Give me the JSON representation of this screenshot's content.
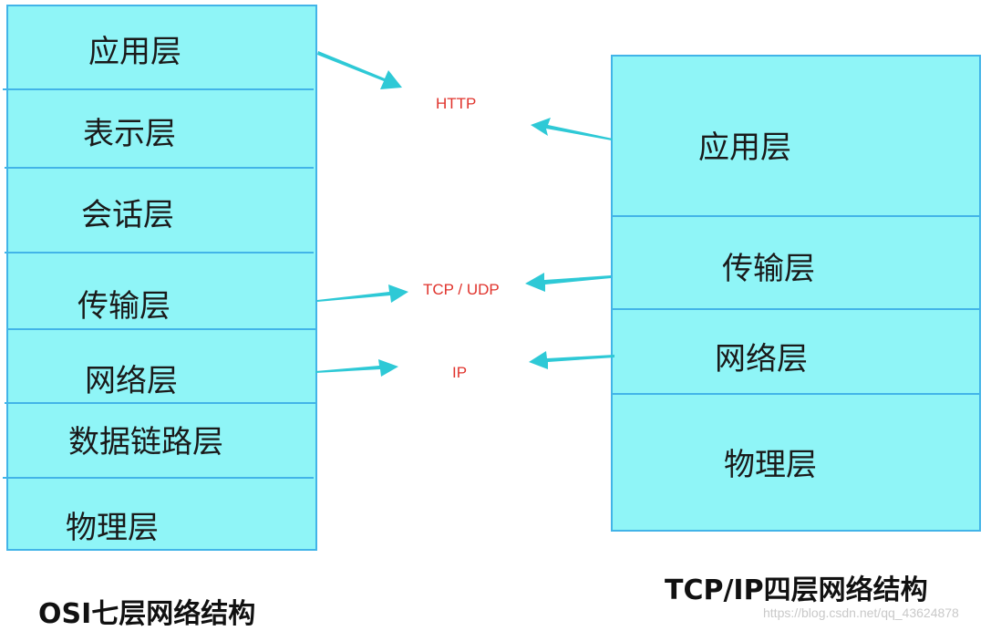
{
  "osi": {
    "caption": "OSI七层网络结构",
    "layers": [
      "应用层",
      "表示层",
      "会话层",
      "传输层",
      "网络层",
      "数据链路层",
      "物理层"
    ]
  },
  "tcpip": {
    "caption": "TCP/IP四层网络结构",
    "layers": [
      "应用层",
      "传输层",
      "网络层",
      "物理层"
    ]
  },
  "protocols": {
    "application": "HTTP",
    "transport": "TCP / UDP",
    "network": "IP"
  },
  "watermark": "https://blog.csdn.net/qq_43624878",
  "colors": {
    "box_fill": "#8ff5f7",
    "box_border": "#42b4e8",
    "arrow": "#2ec9d6",
    "protocol_text": "#e0332c"
  }
}
